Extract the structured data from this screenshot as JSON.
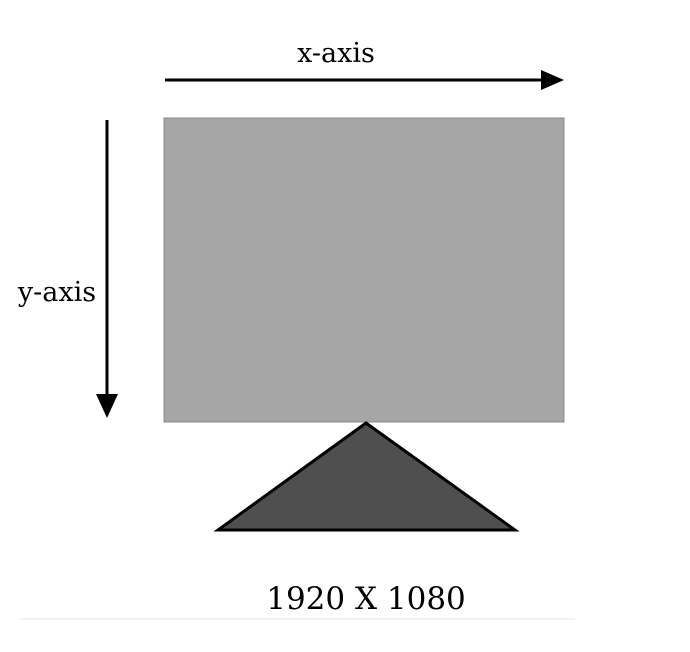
{
  "labels": {
    "x_axis": "x-axis",
    "y_axis": "y-axis",
    "resolution": "1920 X 1080"
  },
  "colors": {
    "screen": "#a6a6a6",
    "screen_border": "#8a8a8a",
    "stand": "#4f4f4f",
    "stand_border": "#000000",
    "arrow": "#000000",
    "divider": "#e6e6e6"
  },
  "icons": {
    "x_arrow": "arrow-right",
    "y_arrow": "arrow-down"
  }
}
